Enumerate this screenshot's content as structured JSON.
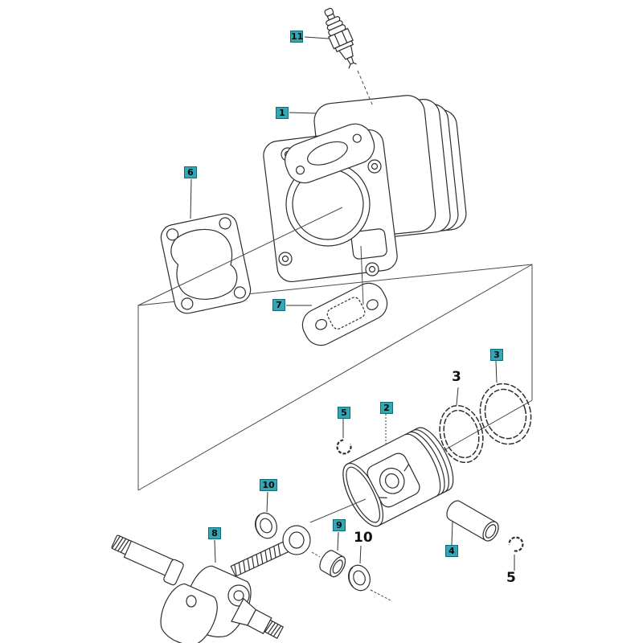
{
  "diagram": {
    "type": "exploded-parts-diagram",
    "background": "#ffffff",
    "ink_color": "#2d2d2d",
    "construction_line_color": "#4a4a4a",
    "callout_box_color": "#35a6b4",
    "callout_box_border": "#0d6b77",
    "callout_text_color": "#0a0a0a"
  },
  "callouts": [
    {
      "number": "1",
      "style": "boxed",
      "part": "cylinder"
    },
    {
      "number": "2",
      "style": "boxed",
      "part": "piston"
    },
    {
      "number": "3",
      "style": "boxed",
      "part": "piston-ring"
    },
    {
      "number": "3",
      "style": "plain",
      "part": "piston-ring"
    },
    {
      "number": "4",
      "style": "boxed",
      "part": "piston-pin"
    },
    {
      "number": "5",
      "style": "boxed",
      "part": "circlip"
    },
    {
      "number": "5",
      "style": "plain",
      "part": "circlip"
    },
    {
      "number": "6",
      "style": "boxed",
      "part": "cylinder-gasket"
    },
    {
      "number": "7",
      "style": "boxed",
      "part": "muffler-gasket"
    },
    {
      "number": "8",
      "style": "boxed",
      "part": "crankshaft"
    },
    {
      "number": "9",
      "style": "boxed",
      "part": "connecting-rod-bearing"
    },
    {
      "number": "10",
      "style": "boxed",
      "part": "washer"
    },
    {
      "number": "10",
      "style": "plain",
      "part": "washer"
    },
    {
      "number": "11",
      "style": "boxed",
      "part": "spark-plug"
    }
  ]
}
